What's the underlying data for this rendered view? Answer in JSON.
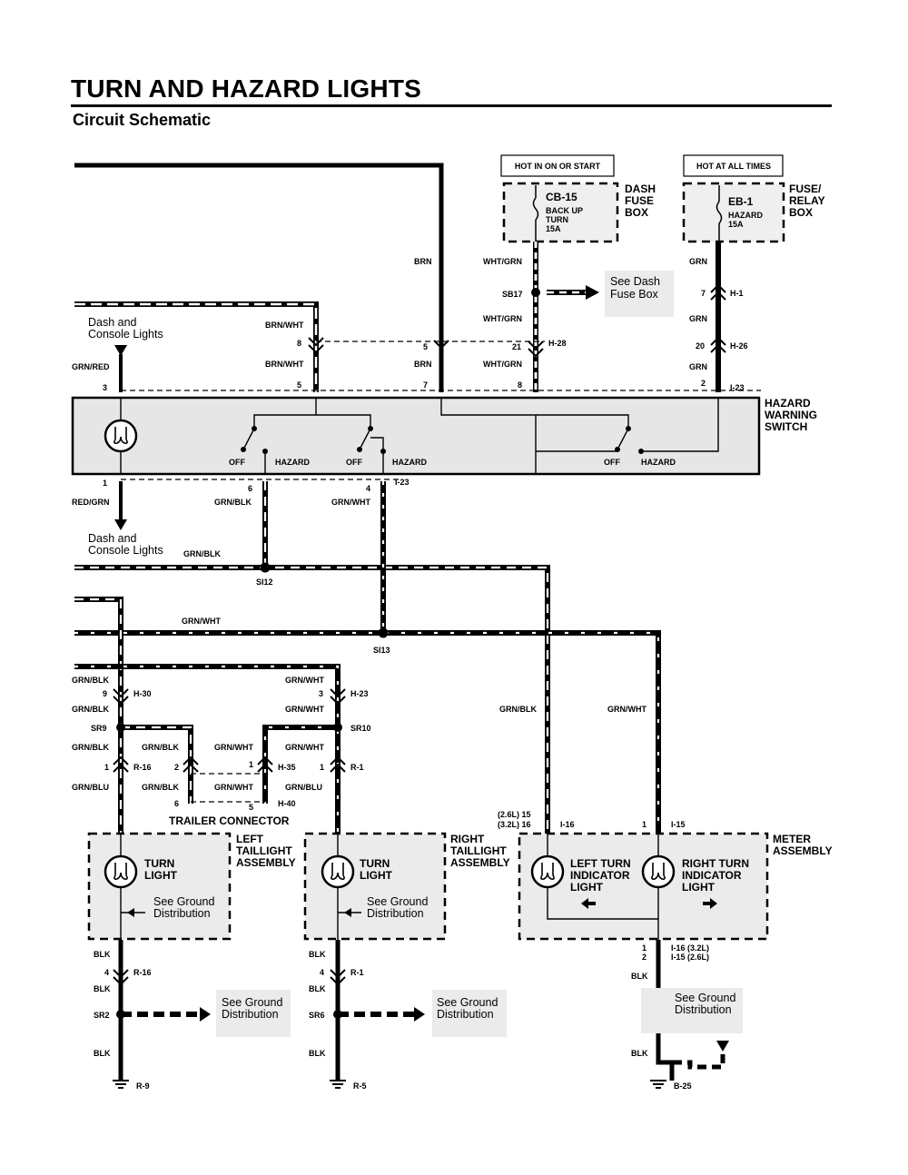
{
  "title": "TURN AND HAZARD LIGHTS",
  "subtitle": "Circuit Schematic",
  "power": {
    "left_header": "HOT IN ON OR START",
    "right_header": "HOT AT ALL TIMES",
    "left_box": [
      "DASH",
      "FUSE",
      "BOX"
    ],
    "right_box": [
      "FUSE/",
      "RELAY",
      "BOX"
    ],
    "cb15": {
      "id": "CB-15",
      "desc": [
        "BACK UP",
        "TURN",
        "15A"
      ]
    },
    "eb1": {
      "id": "EB-1",
      "desc": [
        "HAZARD",
        "15A"
      ]
    }
  },
  "notes": {
    "see_dash_fuse_box": [
      "See Dash",
      "Fuse Box"
    ],
    "dash_console_top": [
      "Dash and",
      "Console Lights"
    ],
    "dash_console_bottom": [
      "Dash and",
      "Console Lights"
    ],
    "see_ground": [
      "See Ground",
      "Distribution"
    ]
  },
  "switch": {
    "name": [
      "HAZARD",
      "WARNING",
      "SWITCH"
    ],
    "off": "OFF",
    "hazard": "HAZARD"
  },
  "wires": {
    "brn": "BRN",
    "wht_grn": "WHT/GRN",
    "grn": "GRN",
    "brn_wht": "BRN/WHT",
    "grn_red": "GRN/RED",
    "red_grn": "RED/GRN",
    "grn_blk": "GRN/BLK",
    "grn_wht": "GRN/WHT",
    "grn_blu": "GRN/BLU",
    "blk": "BLK"
  },
  "connectors": {
    "sb17": "SB17",
    "h1": "H-1",
    "h26": "H-26",
    "h28": "H-28",
    "i23": "I-23",
    "si12": "SI12",
    "si13": "SI13",
    "h30": "H-30",
    "h23": "H-23",
    "sr9": "SR9",
    "sr10": "SR10",
    "r16": "R-16",
    "r1": "R-1",
    "h35": "H-35",
    "h40": "H-40",
    "i16": "I-16",
    "i15": "I-15",
    "i16_32": "I-16 (3.2L)",
    "i15_26": "I-15 (2.6L)",
    "sr2": "SR2",
    "sr6": "SR6",
    "r9": "R-9",
    "r5": "R-5",
    "b25": "B-25",
    "l26_15": "(2.6L) 15",
    "l32_16": "(3.2L) 16"
  },
  "pins": {
    "p1": "1",
    "p2": "2",
    "p3": "3",
    "p4": "4",
    "p5": "5",
    "p6": "6",
    "p7": "7",
    "p8": "8",
    "p9": "9",
    "p20": "20",
    "p21": "21"
  },
  "components": {
    "trailer_connector": "TRAILER CONNECTOR",
    "left_taillight": [
      "LEFT",
      "TAILLIGHT",
      "ASSEMBLY"
    ],
    "right_taillight": [
      "RIGHT",
      "TAILLIGHT",
      "ASSEMBLY"
    ],
    "meter": [
      "METER",
      "ASSEMBLY"
    ],
    "turn_light": [
      "TURN",
      "LIGHT"
    ],
    "left_turn_ind": [
      "LEFT TURN",
      "INDICATOR",
      "LIGHT"
    ],
    "right_turn_ind": [
      "RIGHT TURN",
      "INDICATOR",
      "LIGHT"
    ]
  }
}
